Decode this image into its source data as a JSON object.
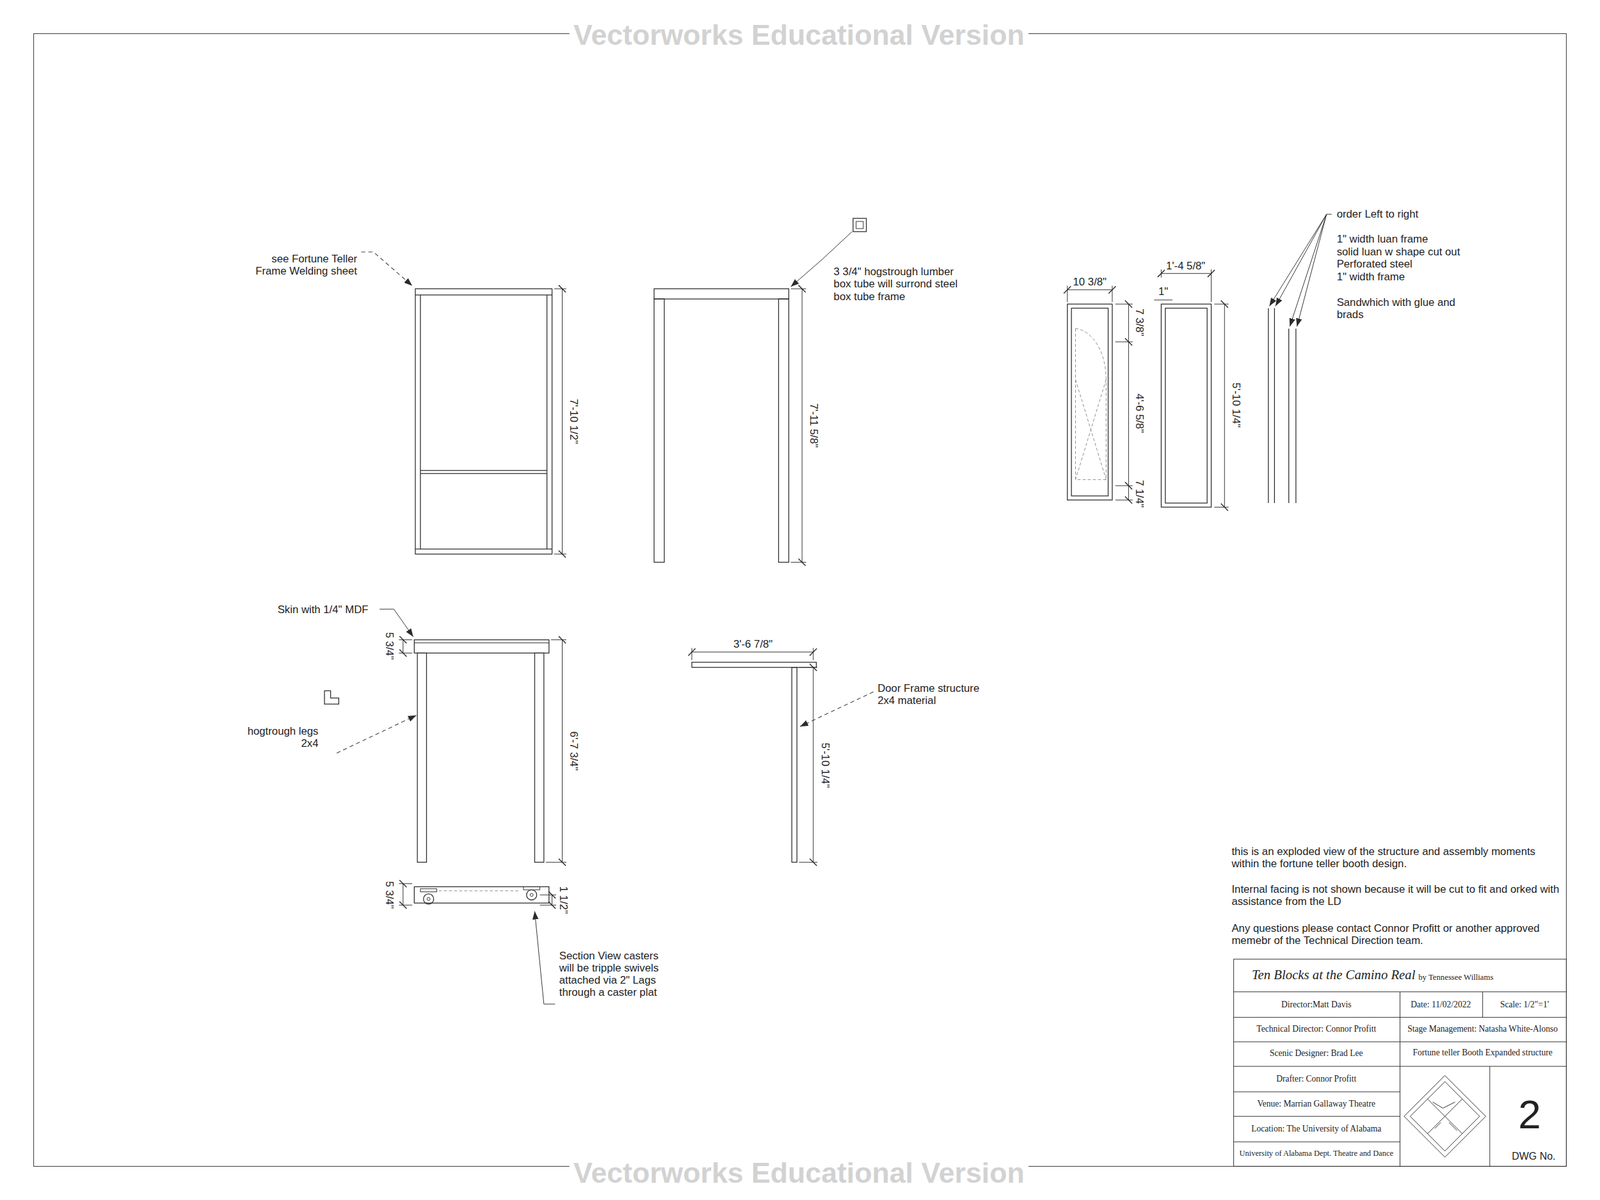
{
  "diagram": {
    "labels": [
      "Vectorworks Educational Version",
      "see Fortune Teller Frame Welding sheet",
      "7'-10 1/2\"",
      "3 3/4\" hogstrough lumber box tube will surrond steel box tube frame",
      "7'-11 5/8\"",
      "10 3/8\"",
      "1'-4 5/8\"",
      "1\"",
      "7 3/8\"",
      "4'-6 5/8\"",
      "7 1/4\"",
      "5'-10 1/4\"",
      "order Left to right",
      "1\" width luan frame",
      "solid luan w shape cut out",
      "Perforated steel",
      "1\" width frame",
      "Sandwhich with glue and brads",
      "Skin with 1/4\" MDF",
      "5 3/4\"",
      "6'-7 3/4\"",
      "hogtrough legs 2x4",
      "3'-6 7/8\"",
      "Door Frame structure 2x4 material",
      "5'-10 1/4\"",
      "5 3/4\"",
      "1 1/2\"",
      "Section View casters will be tripple swivels attached via 2\" Lags through a caster plat",
      "this is an exploded view of the structure and assembly moments within the fortune teller booth design.",
      "Internal facing is not shown because it will be cut to fit and orked with assistance from the LD",
      "Any questions please contact Connor Profitt or another approved memebr of the Technical Direction team.",
      "Ten Blocks at the Camino Real",
      "by Tennessee Williams",
      "Director:Matt Davis",
      "Date: 11/02/2022",
      "Scale: 1/2\"=1'",
      "Technical Director: Connor Profitt",
      "Stage Management: Natasha White-Alonso",
      "Scenic Designer: Brad Lee",
      "Fortune teller Booth Expanded structure",
      "Drafter: Connor Profitt",
      "Venue: Marrian Gallaway Theatre",
      "Location: The University of Alabama",
      "University of Alabama Dept. Theatre and Dance",
      "2",
      "DWG No.",
      "Vectorworks Educational Version"
    ]
  }
}
